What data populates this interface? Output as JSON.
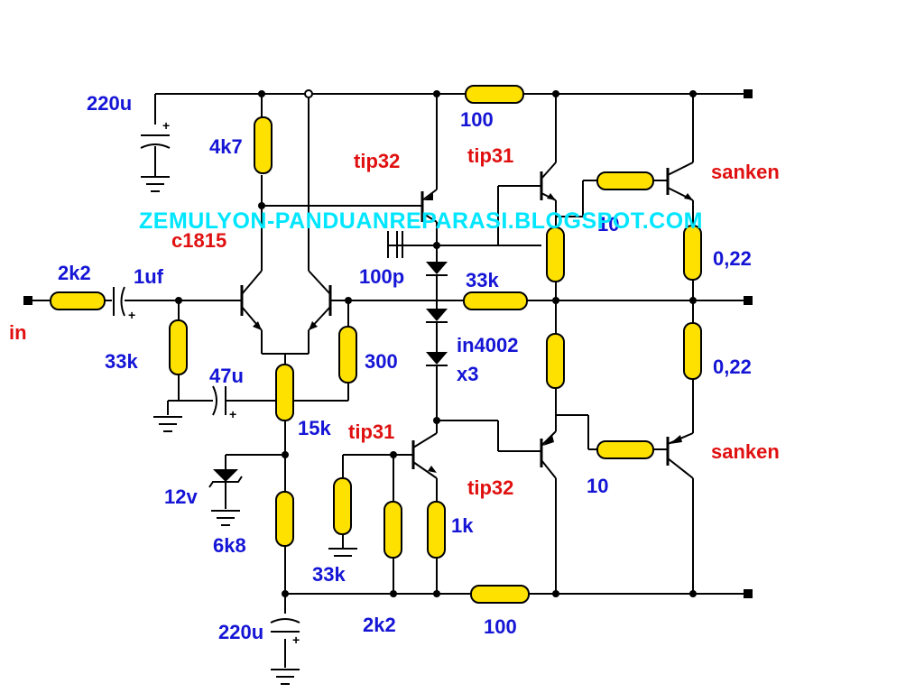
{
  "watermark": "ZEMULYON-PANDUANREPARASI.BLOGSPOT.COM",
  "colors": {
    "wire": "#000000",
    "resistor_fill": "#ffe100",
    "value_label": "#1515d6",
    "part_label": "#e01010",
    "watermark": "#00e6ff"
  },
  "labels": {
    "cap_top": "220u",
    "r_4k7": "4k7",
    "tip32_top": "tip32",
    "tip31_top": "tip31",
    "r_100_top": "100",
    "sanken_top": "sanken",
    "c1815": "c1815",
    "r_10_top": "10",
    "r_022_top": "0,22",
    "r_2k2_in": "2k2",
    "cap_1uf": "1uf",
    "cap_100p": "100p",
    "r_33k_fb": "33k",
    "in": "in",
    "r_33k_bias": "33k",
    "cap_47u": "47u",
    "r_300": "300",
    "diode_in4002": "in4002",
    "diode_x3": "x3",
    "r_022_bot": "0,22",
    "r_15k": "15k",
    "tip31_bot": "tip31",
    "sanken_bot": "sanken",
    "zener_12v": "12v",
    "tip32_bot": "tip32",
    "r_10_bot": "10",
    "r_1k": "1k",
    "r_6k8": "6k8",
    "r_33k_bot": "33k",
    "cap_bot": "220u",
    "r_2k2_bot": "2k2",
    "r_100_bot": "100"
  }
}
